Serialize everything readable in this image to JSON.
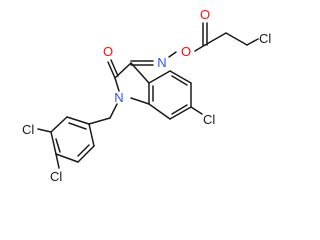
{
  "molecule": {
    "atoms": [
      {
        "id": "O_carbonyl_ester",
        "label": "O",
        "element": "O"
      },
      {
        "id": "Cl_chain",
        "label": "Cl",
        "element": "Cl"
      },
      {
        "id": "O_lactam",
        "label": "O",
        "element": "O"
      },
      {
        "id": "N_oxime",
        "label": "N",
        "element": "N"
      },
      {
        "id": "O_oxime",
        "label": "O",
        "element": "O"
      },
      {
        "id": "N_indole",
        "label": "N",
        "element": "N"
      },
      {
        "id": "Cl_ring",
        "label": "Cl",
        "element": "Cl"
      },
      {
        "id": "Cl_benzyl_3",
        "label": "Cl",
        "element": "Cl"
      },
      {
        "id": "Cl_benzyl_4",
        "label": "Cl",
        "element": "Cl"
      }
    ]
  }
}
